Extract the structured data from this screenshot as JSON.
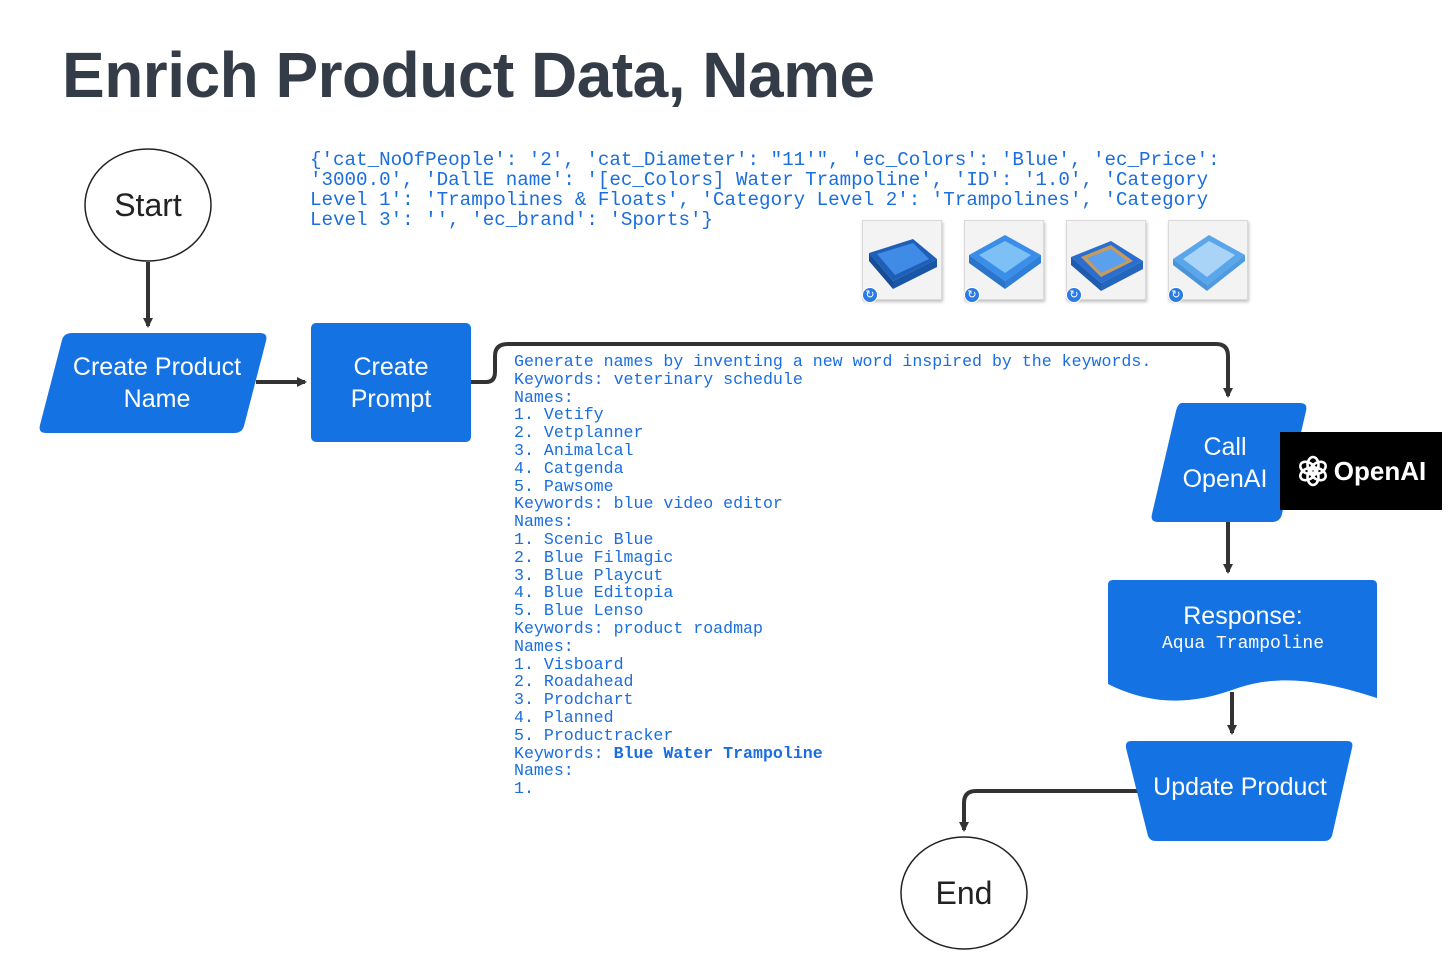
{
  "title": "Enrich Product Data, Name",
  "nodes": {
    "start": "Start",
    "create_product_name": "Create Product Name",
    "create_prompt": "Create Prompt",
    "call_openai": "Call OpenAI",
    "response_label": "Response:",
    "response_value": "Aqua Trampoline",
    "update_product": "Update Product",
    "end": "End"
  },
  "openai_logo": "OpenAI",
  "json_text": "{'cat_NoOfPeople': '2', 'cat_Diameter': \"11'\", 'ec_Colors': 'Blue', 'ec_Price':\n'3000.0', 'DallE name': '[ec_Colors] Water Trampoline', 'ID': '1.0', 'Category\nLevel 1': 'Trampolines & Floats', 'Category Level 2': 'Trampolines', 'Category\nLevel 3': '', 'ec_brand': 'Sports'}",
  "prompt": {
    "before": "Generate names by inventing a new word inspired by the keywords.\nKeywords: veterinary schedule\nNames:\n1. Vetify\n2. Vetplanner\n3. Animalcal\n4. Catgenda\n5. Pawsome\nKeywords: blue video editor\nNames:\n1. Scenic Blue\n2. Blue Filmagic\n3. Blue Playcut\n4. Blue Editopia\n5. Blue Lenso\nKeywords: product roadmap\nNames:\n1. Visboard\n2. Roadahead\n3. Prodchart\n4. Planned\n5. Productracker\nKeywords: ",
    "keywords_bold": "Blue Water Trampoline",
    "after": "\nNames:\n1."
  },
  "icons": {
    "thumbnails": "trampoline-image",
    "refresh": "refresh-icon",
    "openai": "openai-logo-icon"
  },
  "colors": {
    "node_fill": "#1472e3",
    "title": "#343c48",
    "code_text": "#1a6ee0",
    "arrow": "#333333"
  }
}
